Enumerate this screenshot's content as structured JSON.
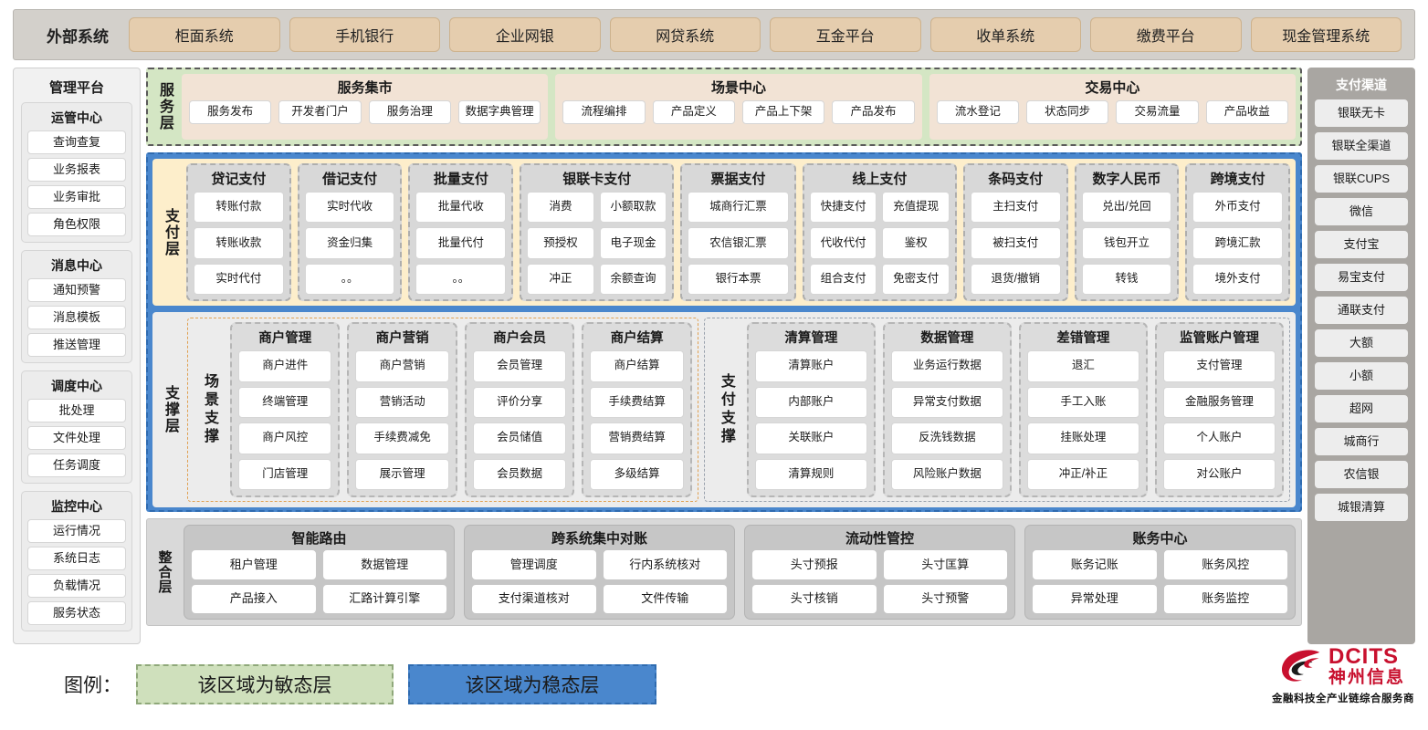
{
  "external": {
    "label": "外部系统",
    "systems": [
      "柜面系统",
      "手机银行",
      "企业网银",
      "网贷系统",
      "互金平台",
      "收单系统",
      "缴费平台",
      "现金管理系统"
    ]
  },
  "management": {
    "title": "管理平台",
    "groups": [
      {
        "title": "运管中心",
        "items": [
          "查询查复",
          "业务报表",
          "业务审批",
          "角色权限"
        ]
      },
      {
        "title": "消息中心",
        "items": [
          "通知预警",
          "消息模板",
          "推送管理"
        ]
      },
      {
        "title": "调度中心",
        "items": [
          "批处理",
          "文件处理",
          "任务调度"
        ]
      },
      {
        "title": "监控中心",
        "items": [
          "运行情况",
          "系统日志",
          "负载情况",
          "服务状态"
        ]
      }
    ]
  },
  "channels": {
    "title": "支付渠道",
    "items": [
      "银联无卡",
      "银联全渠道",
      "银联CUPS",
      "微信",
      "支付宝",
      "易宝支付",
      "通联支付",
      "大额",
      "小额",
      "超网",
      "城商行",
      "农信银",
      "城银清算"
    ]
  },
  "service_layer": {
    "label": "服务层",
    "groups": [
      {
        "title": "服务集市",
        "items": [
          "服务发布",
          "开发者门户",
          "服务治理",
          "数据字典管理"
        ]
      },
      {
        "title": "场景中心",
        "items": [
          "流程编排",
          "产品定义",
          "产品上下架",
          "产品发布"
        ]
      },
      {
        "title": "交易中心",
        "items": [
          "流水登记",
          "状态同步",
          "交易流量",
          "产品收益"
        ]
      }
    ]
  },
  "payment_layer": {
    "label": "支付层",
    "groups": [
      {
        "title": "贷记支付",
        "cols": 1,
        "items": [
          "转账付款",
          "转账收款",
          "实时代付"
        ]
      },
      {
        "title": "借记支付",
        "cols": 1,
        "items": [
          "实时代收",
          "资金归集",
          "。。"
        ]
      },
      {
        "title": "批量支付",
        "cols": 1,
        "items": [
          "批量代收",
          "批量代付",
          "。。"
        ]
      },
      {
        "title": "银联卡支付",
        "cols": 2,
        "items": [
          "消费",
          "小额取款",
          "预授权",
          "电子现金",
          "冲正",
          "余额查询"
        ]
      },
      {
        "title": "票据支付",
        "cols": 1,
        "items": [
          "城商行汇票",
          "农信银汇票",
          "银行本票"
        ]
      },
      {
        "title": "线上支付",
        "cols": 2,
        "items": [
          "快捷支付",
          "充值提现",
          "代收代付",
          "鉴权",
          "组合支付",
          "免密支付"
        ]
      },
      {
        "title": "条码支付",
        "cols": 1,
        "items": [
          "主扫支付",
          "被扫支付",
          "退货/撤销"
        ]
      },
      {
        "title": "数字人民币",
        "cols": 1,
        "items": [
          "兑出/兑回",
          "钱包开立",
          "转钱"
        ]
      },
      {
        "title": "跨境支付",
        "cols": 1,
        "items": [
          "外币支付",
          "跨境汇款",
          "境外支付"
        ]
      }
    ]
  },
  "support_layer": {
    "label": "支撑层",
    "scene": {
      "label": "场景支撑",
      "groups": [
        {
          "title": "商户管理",
          "items": [
            "商户进件",
            "终端管理",
            "商户风控",
            "门店管理"
          ]
        },
        {
          "title": "商户营销",
          "items": [
            "商户营销",
            "营销活动",
            "手续费减免",
            "展示管理"
          ]
        },
        {
          "title": "商户会员",
          "items": [
            "会员管理",
            "评价分享",
            "会员储值",
            "会员数据"
          ]
        },
        {
          "title": "商户结算",
          "items": [
            "商户结算",
            "手续费结算",
            "营销费结算",
            "多级结算"
          ]
        }
      ]
    },
    "payment_support": {
      "label": "支付支撑",
      "groups": [
        {
          "title": "清算管理",
          "items": [
            "清算账户",
            "内部账户",
            "关联账户",
            "清算规则"
          ]
        },
        {
          "title": "数据管理",
          "items": [
            "业务运行数据",
            "异常支付数据",
            "反洗钱数据",
            "风险账户数据"
          ]
        },
        {
          "title": "差错管理",
          "items": [
            "退汇",
            "手工入账",
            "挂账处理",
            "冲正/补正"
          ]
        },
        {
          "title": "监管账户管理",
          "items": [
            "支付管理",
            "金融服务管理",
            "个人账户",
            "对公账户"
          ]
        }
      ]
    }
  },
  "integration_layer": {
    "label": "整合层",
    "groups": [
      {
        "title": "智能路由",
        "items": [
          "租户管理",
          "数据管理",
          "产品接入",
          "汇路计算引擎"
        ]
      },
      {
        "title": "跨系统集中对账",
        "items": [
          "管理调度",
          "行内系统核对",
          "支付渠道核对",
          "文件传输"
        ]
      },
      {
        "title": "流动性管控",
        "items": [
          "头寸预报",
          "头寸匡算",
          "头寸核销",
          "头寸预警"
        ]
      },
      {
        "title": "账务中心",
        "items": [
          "账务记账",
          "账务风控",
          "异常处理",
          "账务监控"
        ]
      }
    ]
  },
  "legend": {
    "label": "图例：",
    "agile_text": "该区域为敏态层",
    "stable_text": "该区域为稳态层",
    "agile_color": "#cfe0bc",
    "stable_color": "#4a87cd"
  },
  "logo": {
    "brand": "DCITS",
    "brand_cn": "神州信息",
    "tagline": "金融科技全产业链综合服务商",
    "color": "#c8102e"
  }
}
